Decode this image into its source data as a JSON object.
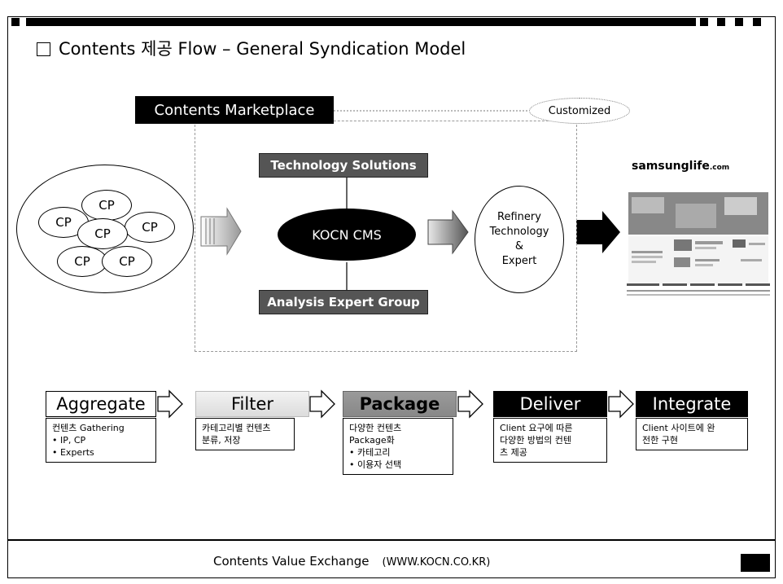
{
  "title": "Contents 제공 Flow – General Syndication Model",
  "marketplace_label": "Contents Marketplace",
  "customized_label": "Customized",
  "cp_labels": [
    "CP",
    "CP",
    "CP",
    "CP",
    "CP",
    "CP"
  ],
  "tech_solutions": "Technology Solutions",
  "cms": "KOCN CMS",
  "analysis": "Analysis Expert Group",
  "refinery": [
    "Refinery",
    "Technology",
    "&",
    "Expert"
  ],
  "site_logo": "samsunglife",
  "site_logo_sub": ".com",
  "stages": [
    {
      "label": "Aggregate",
      "desc": [
        "컨텐츠 Gathering",
        "• IP, CP",
        "• Experts"
      ]
    },
    {
      "label": "Filter",
      "desc": [
        "카테고리별 컨텐츠",
        "분류, 저장"
      ]
    },
    {
      "label": "Package",
      "desc": [
        "다양한 컨텐츠",
        "Package화",
        "• 카테고리",
        "• 이용자 선택"
      ]
    },
    {
      "label": "Deliver",
      "desc": [
        "Client 요구에 따른",
        "다양한 방법의 컨텐",
        "츠 제공"
      ]
    },
    {
      "label": "Integrate",
      "desc": [
        "Client 사이트에 완",
        "전한 구현"
      ]
    }
  ],
  "footer": "Contents Value Exchange",
  "footer_url": "(WWW.KOCN.CO.KR)"
}
